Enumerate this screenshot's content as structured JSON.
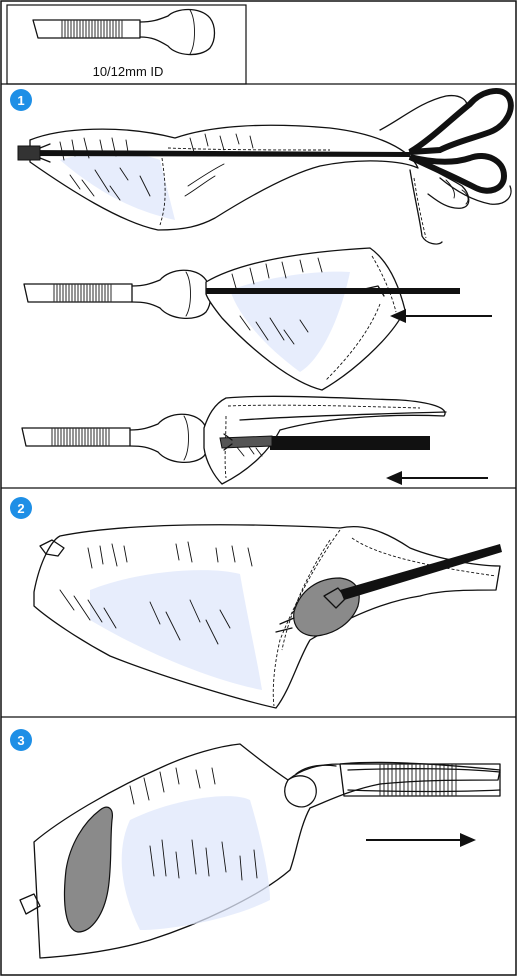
{
  "device_label": "10/12mm ID",
  "steps": [
    {
      "number": "1"
    },
    {
      "number": "2"
    },
    {
      "number": "3"
    }
  ],
  "colors": {
    "badge": "#1e8fe6",
    "frame": "#111111",
    "bag_shade": "#dfe7fb",
    "specimen": "#8a8a8a"
  }
}
